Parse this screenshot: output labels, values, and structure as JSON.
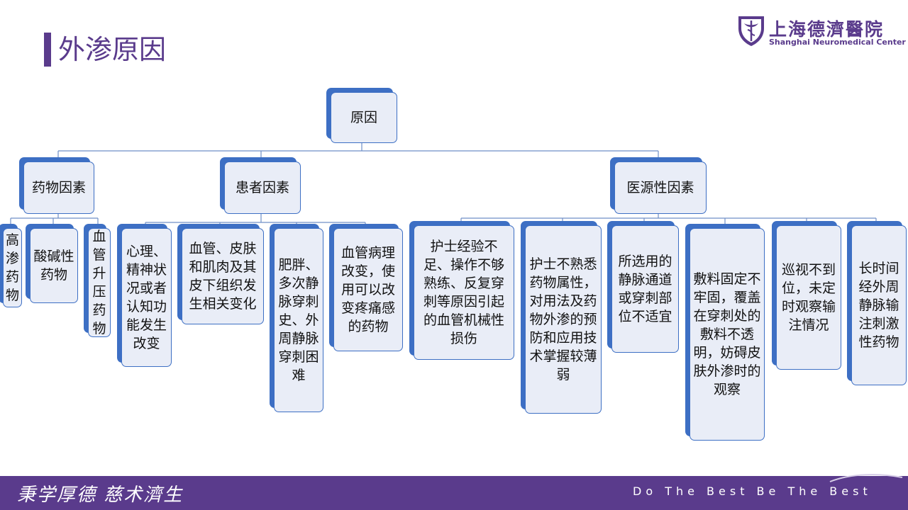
{
  "header": {
    "title": "外渗原因",
    "logo_cn": "上海德濟醫院",
    "logo_en": "Shanghai Neuromedical Center"
  },
  "diagram": {
    "root": "原因",
    "categories": [
      {
        "label": "药物因素",
        "children": [
          "高渗药物",
          "酸碱性药物",
          "血管升压药物"
        ]
      },
      {
        "label": "患者因素",
        "children": [
          "心理、精神状况或者认知功能发生改变",
          "血管、皮肤和肌肉及其皮下组织发生相关变化",
          "肥胖、多次静脉穿刺史、外周静脉穿刺困难",
          "血管病理改变，使用可以改变疼痛感的药物"
        ]
      },
      {
        "label": "医源性因素",
        "children": [
          "护士经验不足、操作不够熟练、反复穿刺等原因引起的血管机械性损伤",
          "护士不熟悉药物属性，对用法及药物外渗的预防和应用技术掌握较薄弱",
          "所选用的静脉通道或穿刺部位不适宜",
          "敷料固定不牢固，覆盖在穿刺处的敷料不透明，妨碍皮肤外渗时的观察",
          "巡视不到位，未定时观察输注情况",
          "长时间经外周静脉输注刺激性药物"
        ]
      }
    ]
  },
  "footer": {
    "motto_cn": "秉学厚德  慈术濟生",
    "motto_en": "Do The Best  Be The Best"
  },
  "colors": {
    "brand_purple": "#5a3b8c",
    "node_border": "#3d6fc4",
    "node_fill": "#e9edf7"
  }
}
